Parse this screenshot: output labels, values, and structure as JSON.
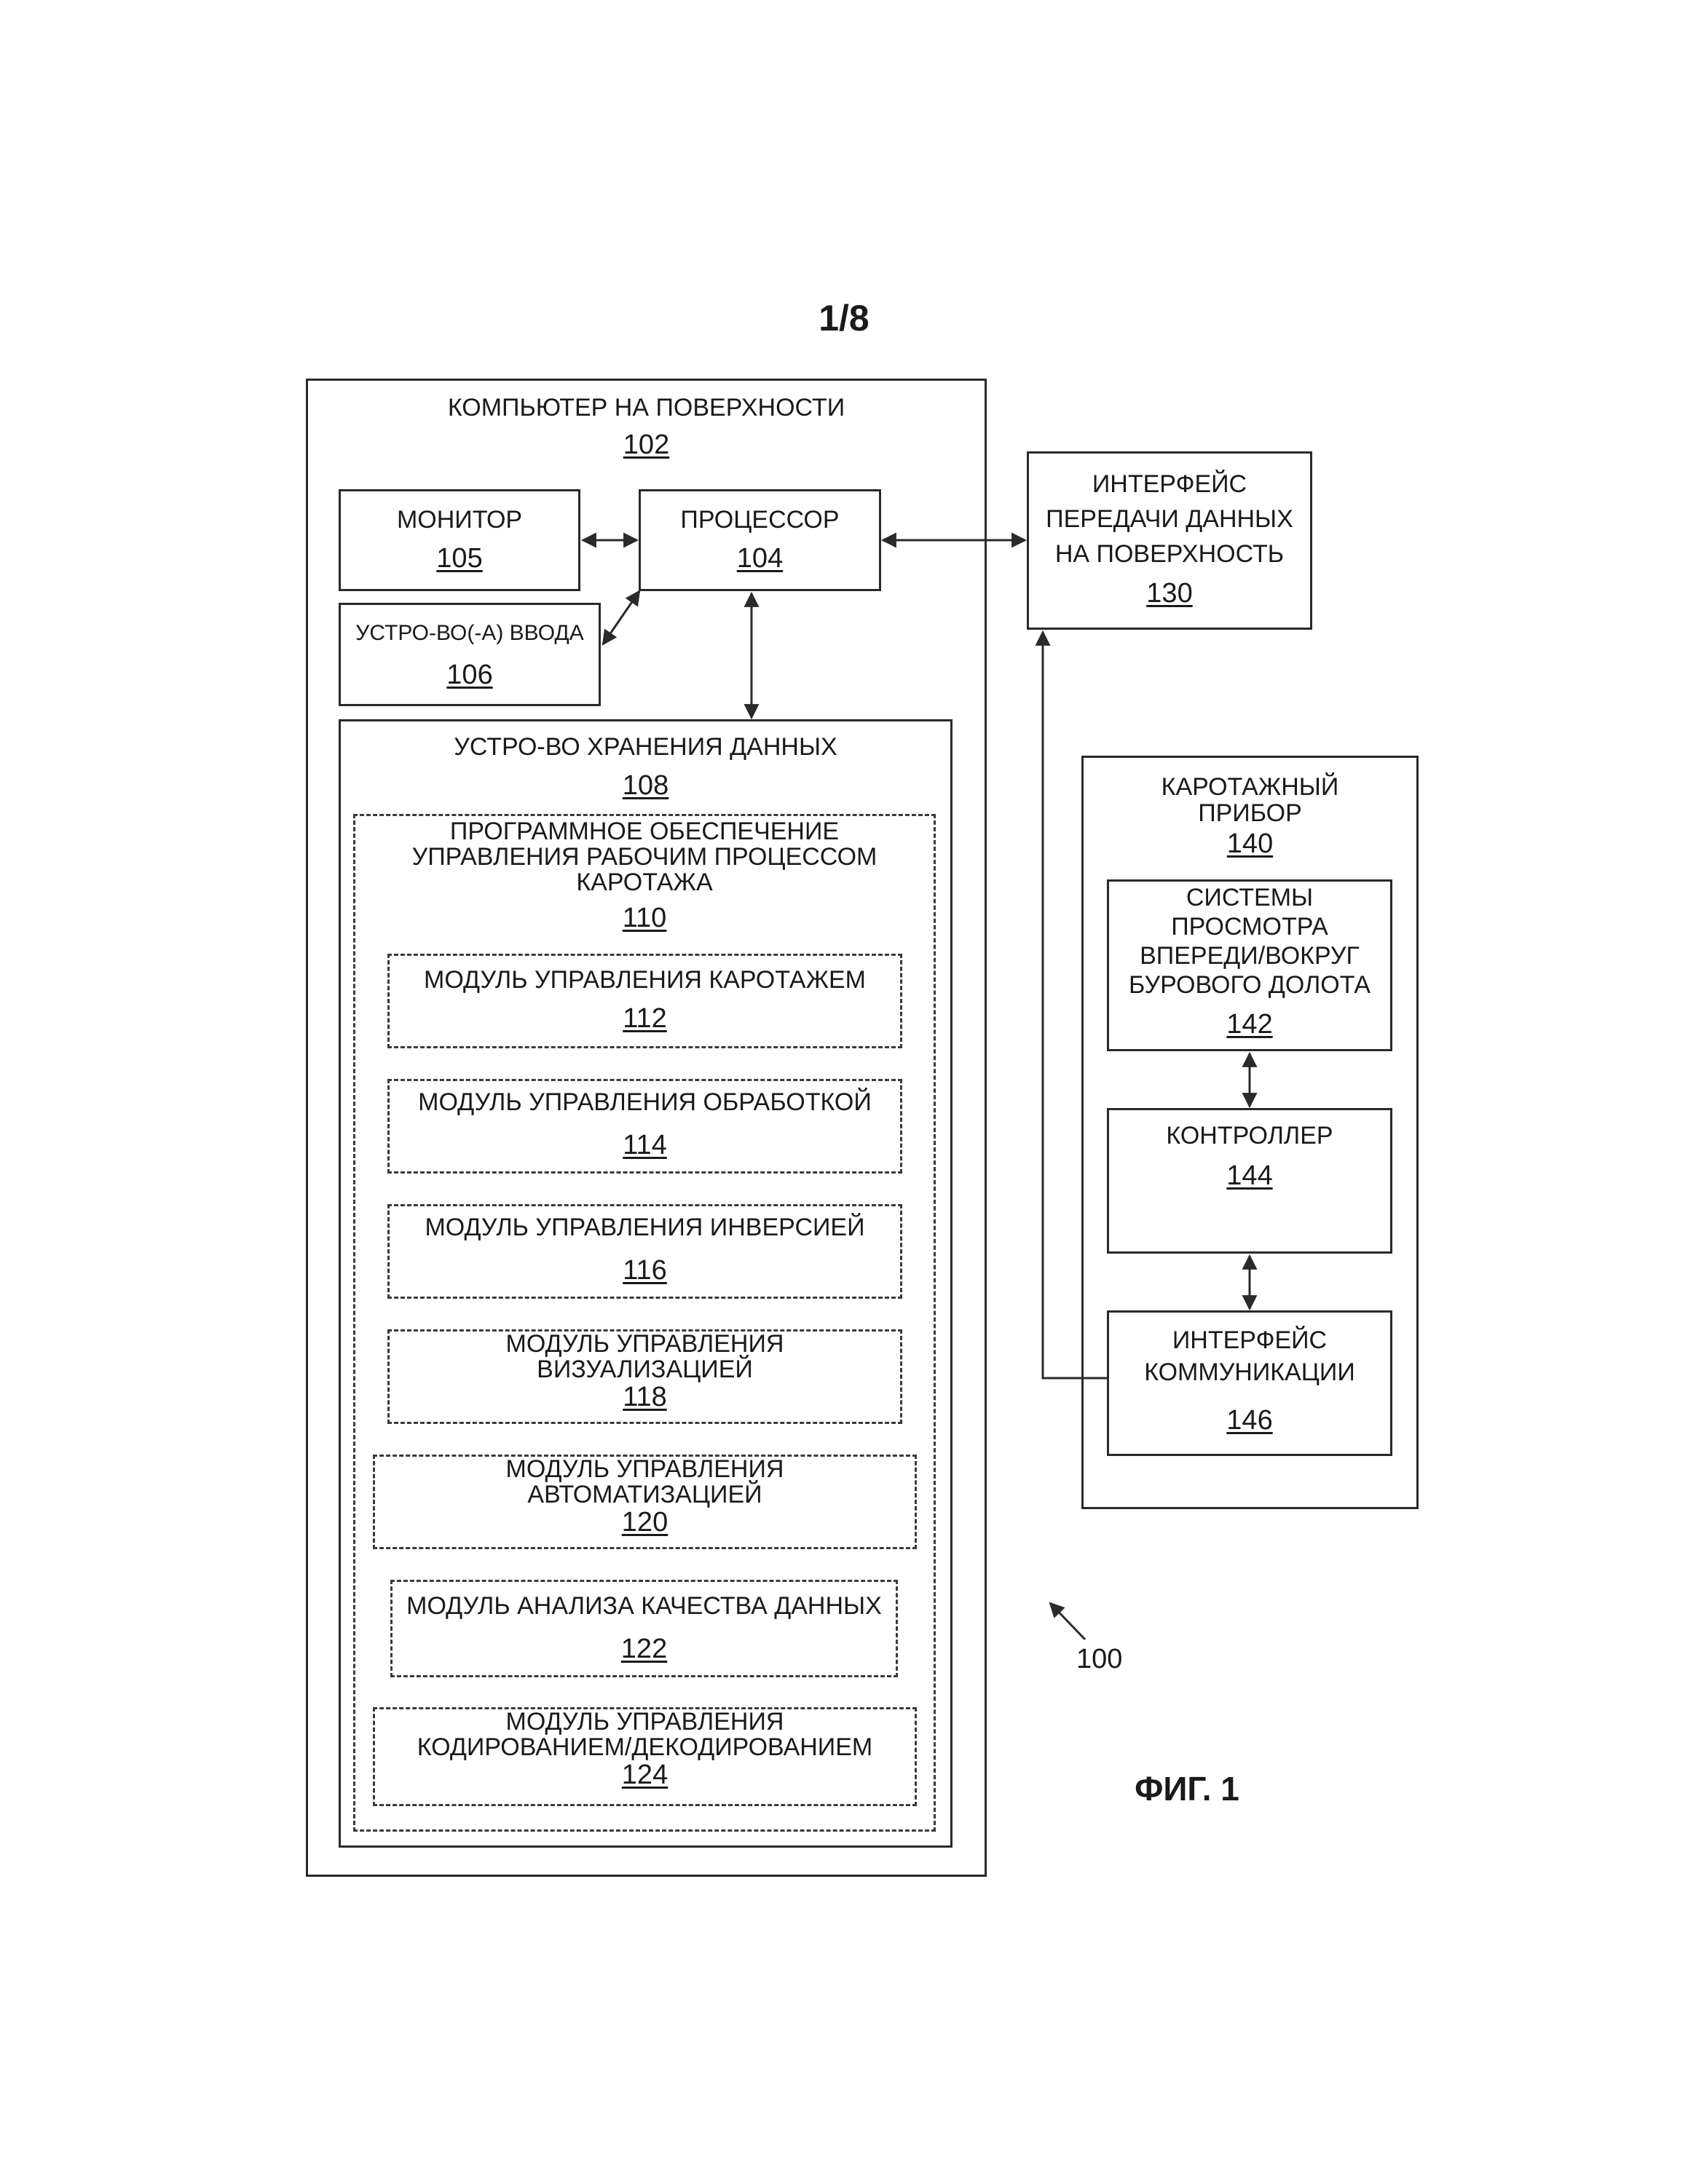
{
  "page_number": "1/8",
  "figure_label": "ФИГ. 1",
  "system_ref": "100",
  "surface_computer": {
    "title": "КОМПЬЮТЕР НА ПОВЕРХНОСТИ",
    "ref": "102"
  },
  "monitor": {
    "title": "МОНИТОР",
    "ref": "105"
  },
  "processor": {
    "title": "ПРОЦЕССОР",
    "ref": "104"
  },
  "input_devices": {
    "title": "УСТРО-ВО(-А) ВВОДА",
    "ref": "106"
  },
  "storage": {
    "title": "УСТРО-ВО ХРАНЕНИЯ ДАННЫХ",
    "ref": "108"
  },
  "software": {
    "title": "ПРОГРАММНОЕ ОБЕСПЕЧЕНИЕ\nУПРАВЛЕНИЯ РАБОЧИМ ПРОЦЕССОМ\nКАРОТАЖА",
    "ref": "110"
  },
  "modules": [
    {
      "title": "МОДУЛЬ УПРАВЛЕНИЯ КАРОТАЖЕМ",
      "ref": "112"
    },
    {
      "title": "МОДУЛЬ УПРАВЛЕНИЯ ОБРАБОТКОЙ",
      "ref": "114"
    },
    {
      "title": "МОДУЛЬ УПРАВЛЕНИЯ ИНВЕРСИЕЙ",
      "ref": "116"
    },
    {
      "title": "МОДУЛЬ УПРАВЛЕНИЯ\nВИЗУАЛИЗАЦИЕЙ",
      "ref": "118"
    },
    {
      "title": "МОДУЛЬ УПРАВЛЕНИЯ\nАВТОМАТИЗАЦИЕЙ",
      "ref": "120"
    },
    {
      "title": "МОДУЛЬ АНАЛИЗА КАЧЕСТВА ДАННЫХ",
      "ref": "122"
    },
    {
      "title": "МОДУЛЬ УПРАВЛЕНИЯ\nКОДИРОВАНИЕМ/ДЕКОДИРОВАНИЕМ",
      "ref": "124"
    }
  ],
  "surface_interface": {
    "title": "ИНТЕРФЕЙС\nПЕРЕДАЧИ ДАННЫХ\nНА ПОВЕРХНОСТЬ",
    "ref": "130"
  },
  "logging_tool": {
    "title": "КАРОТАЖНЫЙ\nПРИБОР",
    "ref": "140"
  },
  "look_ahead": {
    "title": "СИСТЕМЫ\nПРОСМОТРА\nВПЕРЕДИ/ВОКРУГ\nБУРОВОГО ДОЛОТА",
    "ref": "142"
  },
  "controller": {
    "title": "КОНТРОЛЛЕР",
    "ref": "144"
  },
  "comm_interface": {
    "title": "ИНТЕРФЕЙС\nКОММУНИКАЦИИ",
    "ref": "146"
  }
}
